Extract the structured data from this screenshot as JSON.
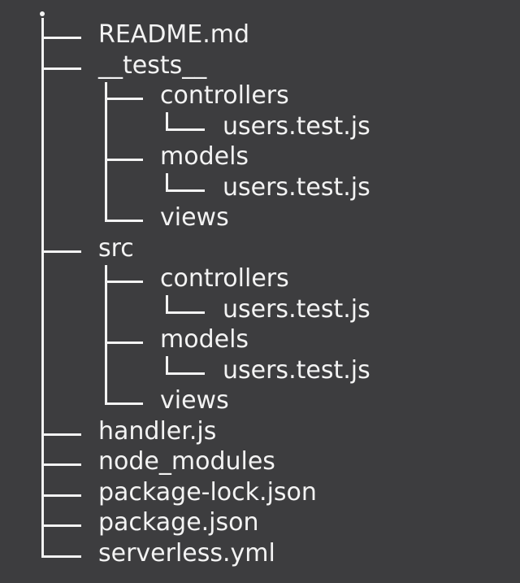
{
  "tree": {
    "root_label": ".",
    "items": [
      {
        "label": "README.md",
        "depth": 0
      },
      {
        "label": "__tests__",
        "depth": 0
      },
      {
        "label": "controllers",
        "depth": 1
      },
      {
        "label": "users.test.js",
        "depth": 2
      },
      {
        "label": "models",
        "depth": 1
      },
      {
        "label": "users.test.js",
        "depth": 2
      },
      {
        "label": "views",
        "depth": 1
      },
      {
        "label": "src",
        "depth": 0
      },
      {
        "label": "controllers",
        "depth": 1
      },
      {
        "label": "users.test.js",
        "depth": 2
      },
      {
        "label": "models",
        "depth": 1
      },
      {
        "label": "users.test.js",
        "depth": 2
      },
      {
        "label": "views",
        "depth": 1
      },
      {
        "label": "handler.js",
        "depth": 0
      },
      {
        "label": "node_modules",
        "depth": 0
      },
      {
        "label": "package-lock.json",
        "depth": 0
      },
      {
        "label": "package.json",
        "depth": 0
      },
      {
        "label": "serverless.yml",
        "depth": 0
      }
    ]
  },
  "colors": {
    "background": "#3d3d3f",
    "foreground": "#f3f3f3"
  }
}
